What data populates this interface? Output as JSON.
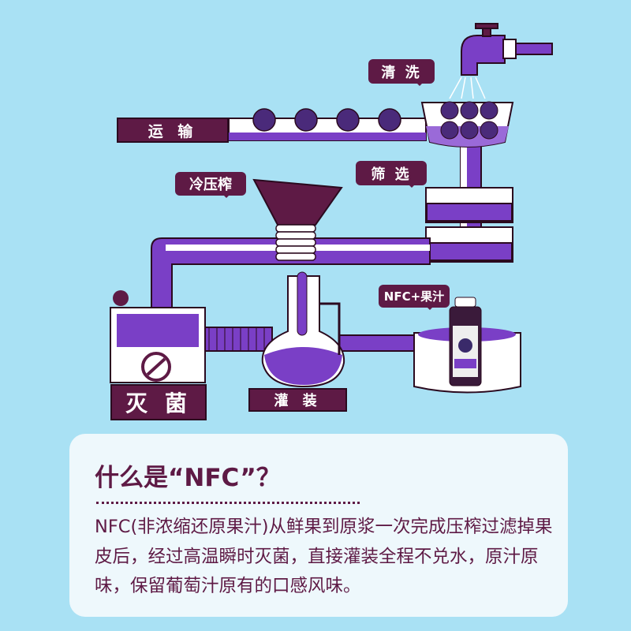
{
  "steps": {
    "transport": "运 输",
    "wash": "清 洗",
    "screen": "筛 选",
    "cold_press": "冷压榨",
    "sterilize": "灭 菌",
    "fill": "灌 装",
    "product": "NFC+果汁"
  },
  "colors": {
    "background": "#a9e1f4",
    "label": "#5e1a45",
    "juice": "#7a3fc6"
  },
  "info": {
    "title": "什么是“NFC”？",
    "body": "NFC(非浓缩还原果汁)从鲜果到原浆一次完成压榨过滤掉果皮后，经过高温瞬时灭菌，直接灌装全程不兑水，原汁原味，保留葡萄汁原有的口感风味。"
  }
}
